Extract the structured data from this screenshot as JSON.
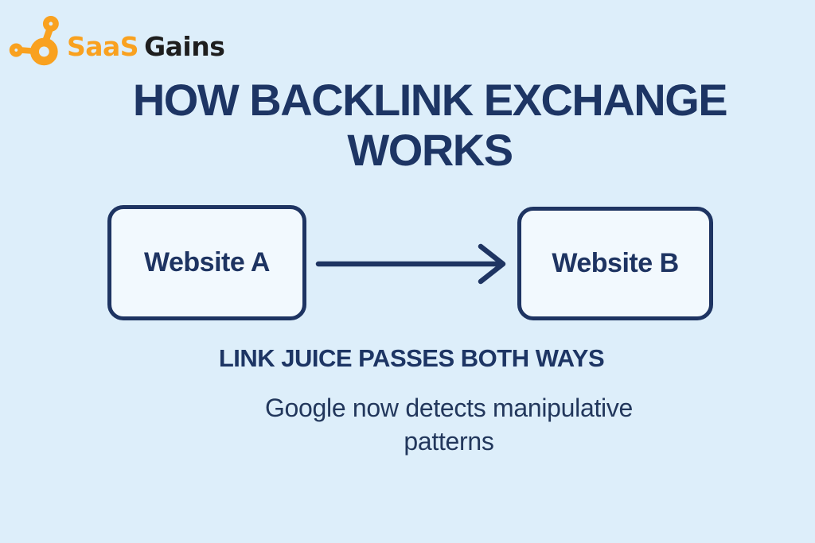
{
  "brand": {
    "icon": "link-network-icon",
    "name_part1": "SaaS",
    "name_part2": "Gains"
  },
  "title": {
    "line1": "HOW BACKLINK EXCHANGE",
    "line2": "WORKS"
  },
  "diagram": {
    "node_a_label": "Website A",
    "node_b_label": "Website B",
    "connector": "right-arrow"
  },
  "caption": "LINK JUICE PASSES BOTH WAYS",
  "subtitle": {
    "line1": "Google now detects manipulative",
    "line2": "patterns"
  },
  "colors": {
    "background": "#DDEEFA",
    "navy": "#1E3462",
    "title_navy": "#1D3564",
    "subtitle_navy": "#22375C",
    "node_fill": "#F2F9FE",
    "brand_orange": "#F9A11F",
    "brand_dark": "#1E1E1E"
  }
}
